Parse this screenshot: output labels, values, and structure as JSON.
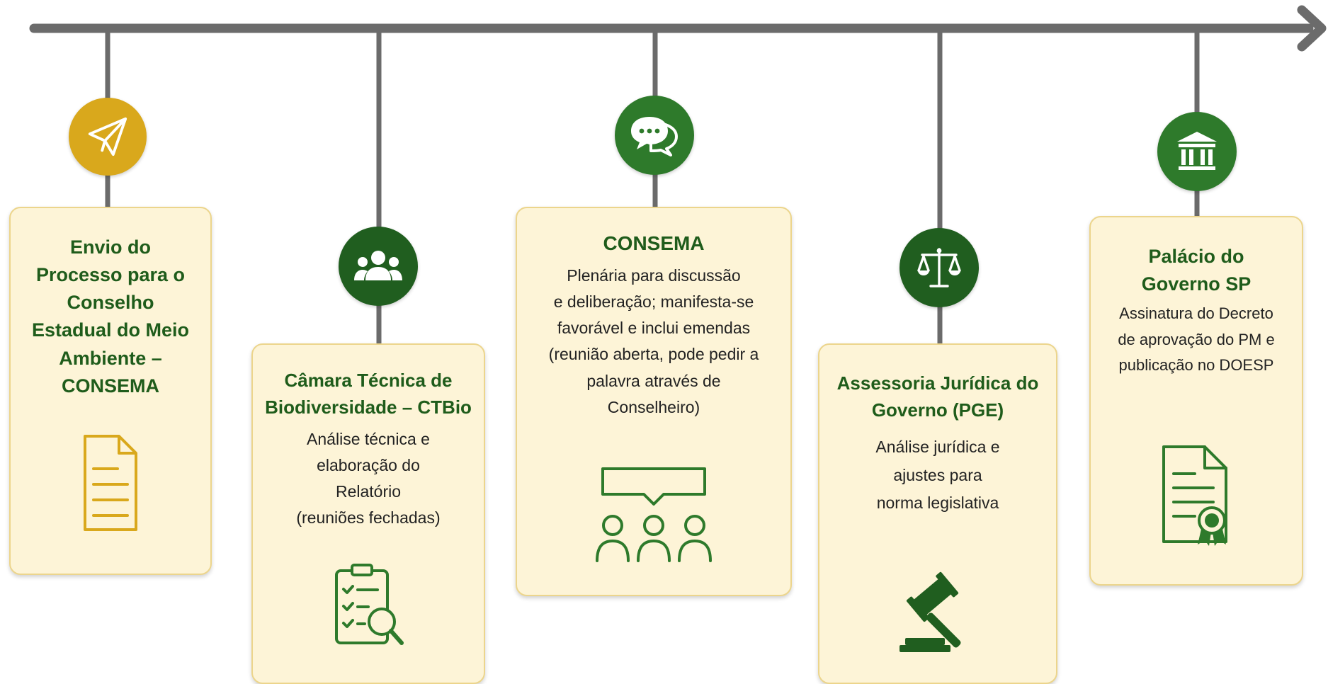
{
  "colors": {
    "line": "#6b6b6b",
    "card_bg": "#fdf4d7",
    "card_border": "#ecd58c",
    "title_green": "#1f5c1b",
    "gold": "#d9a81c",
    "green_badge": "#2e7a2b",
    "dark_green_badge": "#205e1f"
  },
  "steps": [
    {
      "title": "Envio do\nProcesso para o\nConselho\nEstadual do Meio\nAmbiente –\nCONSEMA",
      "body": "",
      "badge_icon": "paper-plane-icon",
      "card_icon": "document-icon"
    },
    {
      "title": "Câmara Técnica de\nBiodiversidade – CTBio",
      "body": "Análise técnica e\nelaboração do\nRelatório\n(reuniões fechadas)",
      "badge_icon": "people-group-icon",
      "card_icon": "checklist-magnifier-icon"
    },
    {
      "title": "CONSEMA",
      "body": "Plenária para discussão\ne deliberação; manifesta-se\nfavorável e inclui emendas\n(reunião aberta, pode pedir a\npalavra através de\nConselheiro)",
      "badge_icon": "chat-bubbles-icon",
      "card_icon": "assembly-icon"
    },
    {
      "title": "Assessoria Jurídica do\nGoverno (PGE)",
      "body": "Análise jurídica e\najustes para\nnorma legislativa",
      "badge_icon": "scales-icon",
      "card_icon": "gavel-icon"
    },
    {
      "title": "Palácio do\nGoverno SP",
      "body": "Assinatura do Decreto\nde aprovação do PM e\npublicação no DOESP",
      "badge_icon": "government-building-icon",
      "card_icon": "certificate-icon"
    }
  ]
}
